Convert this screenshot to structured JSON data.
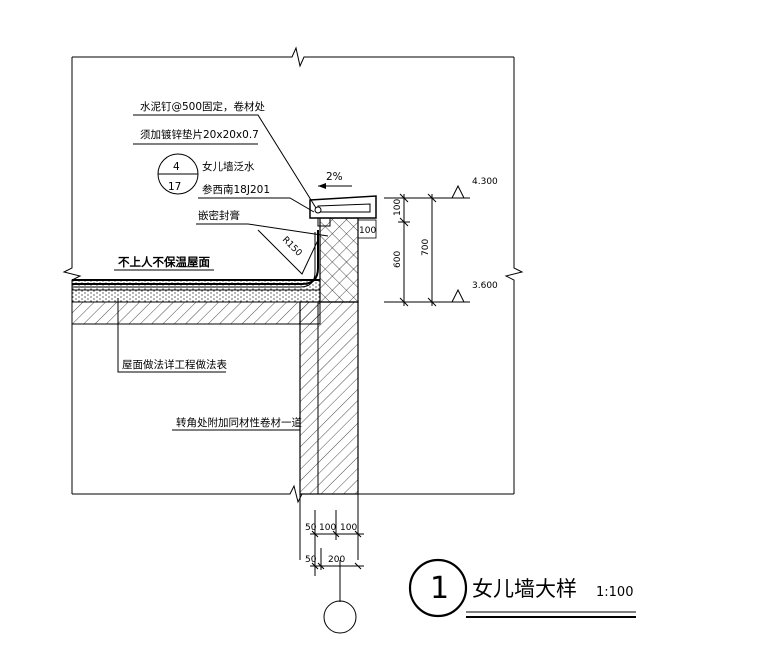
{
  "notes": {
    "nail_line1": "水泥钉@500固定，卷材处",
    "nail_line2": "须加镀锌垫片20x20x0.7",
    "ref_top": "4",
    "ref_bottom": "17",
    "ref_line1": "女儿墙泛水",
    "ref_line2": "参西南18J201",
    "sealant": "嵌密封膏",
    "radius": "R150",
    "roof_type": "不上人不保温屋面",
    "roof_method": "屋面做法详工程做法表",
    "corner_note": "转角处附加同材性卷材一道"
  },
  "dims": {
    "slope": "2%",
    "elev_top": "4.300",
    "elev_roof": "3.600",
    "d100_a": "100",
    "d100_b": "100",
    "d600": "600",
    "d700": "700",
    "b50": "50",
    "b100_1": "100",
    "b100_2": "100",
    "b50_2": "50",
    "b200": "200"
  },
  "title": {
    "number": "1",
    "text": "女儿墙大样",
    "scale": "1:100"
  }
}
